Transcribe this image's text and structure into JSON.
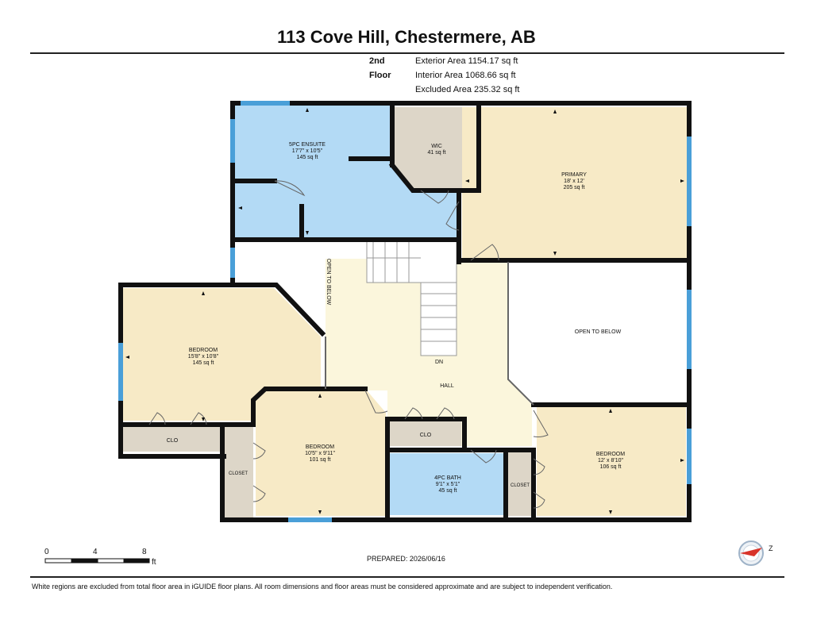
{
  "header": {
    "title": "113 Cove Hill, Chestermere, AB"
  },
  "floor_info": {
    "floor": "2nd Floor",
    "exterior": "Exterior Area 1154.17 sq ft",
    "interior": "Interior Area 1068.66 sq ft",
    "excluded": "Excluded Area 235.32 sq ft"
  },
  "rooms": {
    "ensuite": {
      "name": "5PC ENSUITE",
      "dims": "17'7\" x 10'5\"",
      "area": "145 sq ft"
    },
    "wic": {
      "name": "WIC",
      "area": "41 sq ft"
    },
    "primary": {
      "name": "PRIMARY",
      "dims": "18' x 12'",
      "area": "205 sq ft"
    },
    "open_below_left": {
      "name": "OPEN TO BELOW"
    },
    "open_below_right": {
      "name": "OPEN TO BELOW"
    },
    "bedroom_left": {
      "name": "BEDROOM",
      "dims": "15'8\" x 10'8\"",
      "area": "145 sq ft"
    },
    "hall": {
      "name": "HALL",
      "stairs": "DN"
    },
    "clo_left": {
      "name": "CLO"
    },
    "closet_left": {
      "name": "CLOSET"
    },
    "bedroom_mid": {
      "name": "BEDROOM",
      "dims": "10'5\" x 9'11\"",
      "area": "101 sq ft"
    },
    "clo_mid": {
      "name": "CLO"
    },
    "bath": {
      "name": "4PC BATH",
      "dims": "9'1\" x 5'1\"",
      "area": "45 sq ft"
    },
    "closet_right": {
      "name": "CLOSET"
    },
    "bedroom_right": {
      "name": "BEDROOM",
      "dims": "12' x 8'10\"",
      "area": "106 sq ft"
    }
  },
  "scale": {
    "labels": [
      "0",
      "4",
      "8"
    ],
    "unit": "ft"
  },
  "prepared": "PREPARED: 2026/06/16",
  "compass": {
    "label": "Z"
  },
  "footer": {
    "disclaimer": "White regions are excluded from total floor area in iGUIDE floor plans. All room dimensions and floor areas must be considered approximate and are subject to independent verification."
  },
  "colors": {
    "wall": "#111111",
    "wet": "#b3daf5",
    "bedroom": "#f7eac6",
    "hall": "#fbf6dc",
    "closet": "#ddd6c8",
    "window": "#4a9fd8"
  }
}
